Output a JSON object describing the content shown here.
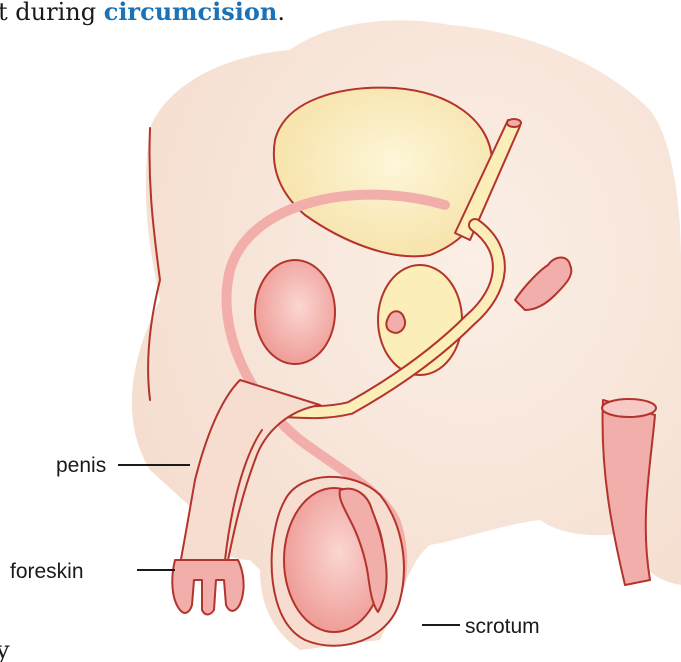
{
  "header": {
    "prefix": "t during ",
    "link": "circumcision",
    "suffix": "."
  },
  "footer_fragment": "y",
  "labels": {
    "penis": "penis",
    "foreskin": "foreskin",
    "scrotum": "scrotum"
  },
  "colors": {
    "skin": "#f7e6da",
    "bladder": "#fbeeb9",
    "tube_pink": "#f2aeaa",
    "organ": "#ef9d99",
    "outline": "#b3342c",
    "link": "#1a73b8"
  }
}
